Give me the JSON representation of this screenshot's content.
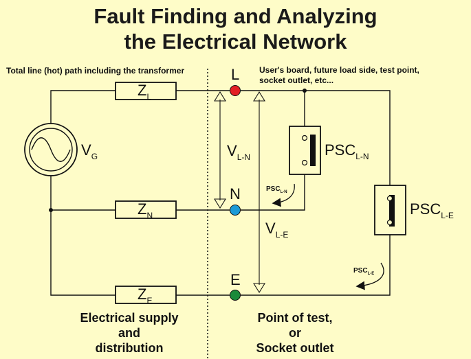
{
  "title": {
    "line1": "Fault Finding and Analyzing",
    "line2": "the Electrical Network"
  },
  "notes": {
    "left": "Total line (hot) path including the transformer",
    "right_line1": "User's board, future load side, test point,",
    "right_line2": "socket outlet, etc..."
  },
  "terminals": {
    "L": "L",
    "N": "N",
    "E": "E"
  },
  "impedances": {
    "zl": {
      "main": "Z",
      "sub": "L"
    },
    "zn": {
      "main": "Z",
      "sub": "N"
    },
    "ze": {
      "main": "Z",
      "sub": "E"
    }
  },
  "source": {
    "main": "V",
    "sub": "G"
  },
  "voltages": {
    "vln": {
      "main": "V",
      "sub": "L-N"
    },
    "vle": {
      "main": "V",
      "sub": "L-E"
    }
  },
  "psc": {
    "ln": {
      "main": "PSC",
      "sub": "L-N"
    },
    "le": {
      "main": "PSC",
      "sub": "L-E"
    },
    "ln_small": {
      "main": "PSC",
      "sub": "L-N"
    },
    "le_small": {
      "main": "PSC",
      "sub": "L-E"
    }
  },
  "captions": {
    "left": [
      "Electrical supply",
      "and",
      "distribution"
    ],
    "right": [
      "Point of test,",
      "or",
      "Socket outlet"
    ]
  },
  "colors": {
    "background": "#fefcc8",
    "line": "#111111",
    "terminal_L": "#e31e24",
    "terminal_N": "#1b9ad6",
    "terminal_E": "#1a8a3a"
  }
}
